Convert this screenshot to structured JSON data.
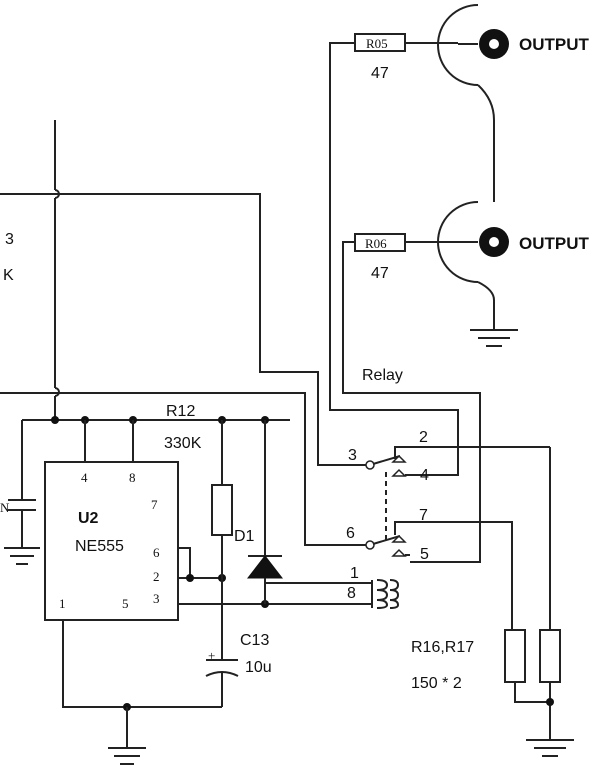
{
  "labels": {
    "r05": "R05",
    "r05_value": "47",
    "r06": "R06",
    "r06_value": "47",
    "output_top": "OUTPUT",
    "output_bottom": "OUTPUT",
    "relay": "Relay",
    "r12": "R12",
    "r12_value": "330K",
    "d1": "D1",
    "c13": "C13",
    "c13_value": "10u",
    "c13_plus": "+",
    "r16_r17": "R16,R17",
    "r16_r17_value": "150 * 2",
    "u2": "U2",
    "ne555": "NE555",
    "partial_3": "3",
    "partial_k": "K",
    "partial_n": "N"
  },
  "ic_pins": {
    "p4": "4",
    "p8": "8",
    "p7": "7",
    "p6": "6",
    "p2": "2",
    "p3": "3",
    "p1": "1",
    "p5": "5"
  },
  "relay_pins": {
    "p3": "3",
    "p2": "2",
    "p4": "4",
    "p6": "6",
    "p7": "7",
    "p5": "5",
    "p1": "1",
    "p8": "8"
  }
}
